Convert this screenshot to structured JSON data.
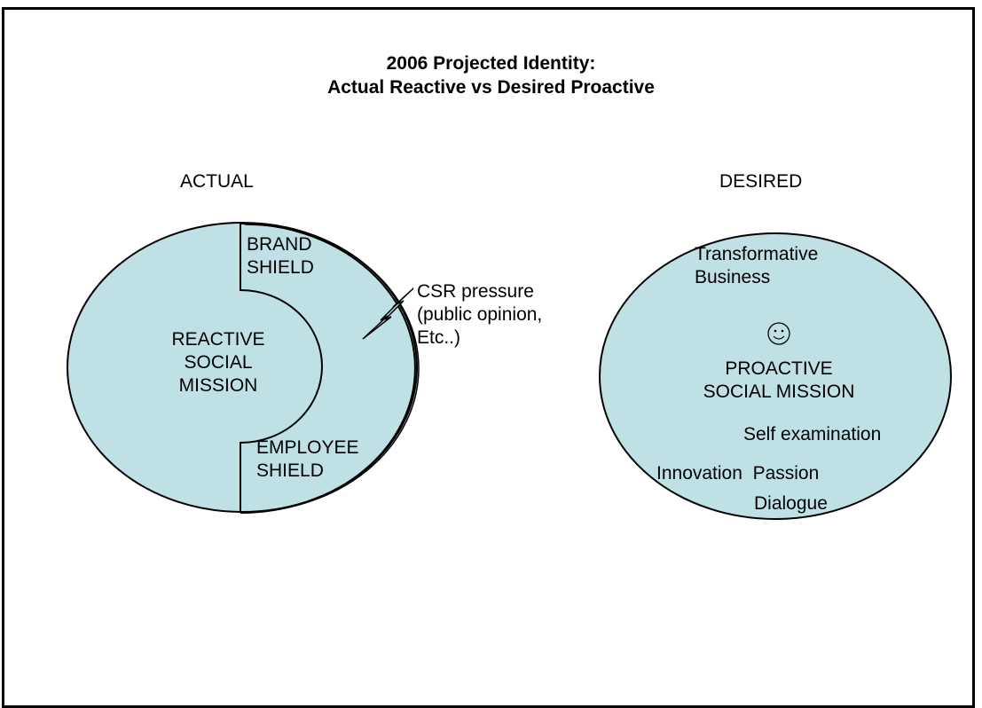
{
  "title": {
    "line1": "2006 Projected Identity:",
    "line2": "Actual Reactive vs Desired Proactive"
  },
  "colors": {
    "circle_fill": "#bfe0e4",
    "stroke": "#000000",
    "background": "#ffffff"
  },
  "actual": {
    "heading": "ACTUAL",
    "brand_shield": [
      "BRAND",
      "SHIELD"
    ],
    "core": [
      "REACTIVE",
      "SOCIAL",
      "MISSION"
    ],
    "employee_shield": [
      "EMPLOYEE",
      "SHIELD"
    ]
  },
  "pressure": {
    "icon": "lightning-bolt-icon",
    "lines": [
      "CSR pressure",
      "(public opinion,",
      "Etc..)"
    ]
  },
  "desired": {
    "heading": "DESIRED",
    "top": [
      "Transformative",
      "Business"
    ],
    "icon": "smiley-face-icon",
    "core": [
      "PROACTIVE",
      "SOCIAL MISSION"
    ],
    "self_exam": "Self examination",
    "values_line1": "Innovation  Passion",
    "values_line2": "Dialogue"
  }
}
